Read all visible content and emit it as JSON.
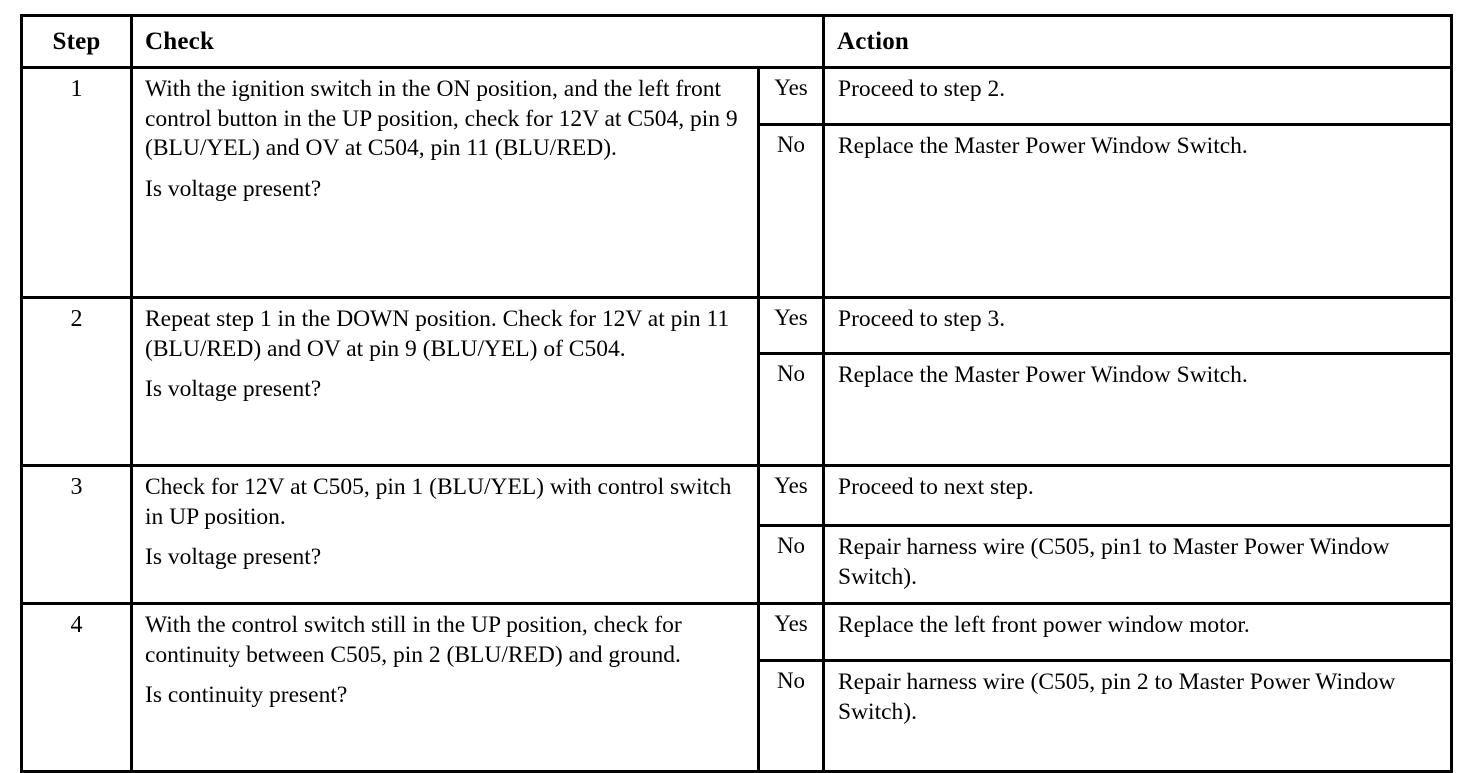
{
  "table": {
    "headers": {
      "step": "Step",
      "check": "Check",
      "action": "Action"
    },
    "yes_label": "Yes",
    "no_label": "No",
    "rows": [
      {
        "step": "1",
        "check_lines": [
          "With the ignition switch in the ON position, and the left front control button in the UP position, check for 12V at C504, pin 9 (BLU/YEL) and OV at C504, pin 11 (BLU/RED)."
        ],
        "check_question": "Is voltage present?",
        "yes_action": "Proceed to step 2.",
        "no_action": "Replace the Master Power Window Switch."
      },
      {
        "step": "2",
        "check_lines": [
          "Repeat step 1 in the DOWN position. Check for 12V at pin 11 (BLU/RED) and OV at pin 9 (BLU/YEL) of C504."
        ],
        "check_question": "Is voltage present?",
        "yes_action": "Proceed to step 3.",
        "no_action": "Replace the Master Power Window Switch."
      },
      {
        "step": "3",
        "check_lines": [
          "Check for 12V at C505, pin 1 (BLU/YEL) with control switch in UP position."
        ],
        "check_question": "Is voltage present?",
        "yes_action": "Proceed to next step.",
        "no_action": "Repair harness wire (C505, pin1 to Master Power Window Switch)."
      },
      {
        "step": "4",
        "check_lines": [
          "With the control switch still in the UP position, check for continuity between C505, pin 2 (BLU/RED) and ground."
        ],
        "check_question": "Is continuity present?",
        "yes_action": "Replace the left front power window motor.",
        "no_action": "Repair harness wire (C505, pin 2 to Master Power Window Switch)."
      }
    ]
  },
  "colors": {
    "ink": "#000000",
    "paper": "#ffffff"
  }
}
